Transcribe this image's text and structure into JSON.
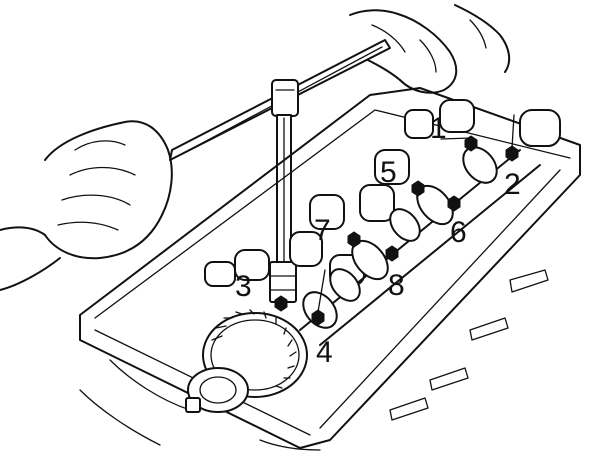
{
  "callouts": [
    {
      "id": "bolt-1",
      "label": "1"
    },
    {
      "id": "bolt-2",
      "label": "2"
    },
    {
      "id": "bolt-3",
      "label": "3"
    },
    {
      "id": "bolt-4",
      "label": "4"
    },
    {
      "id": "bolt-5",
      "label": "5"
    },
    {
      "id": "bolt-6",
      "label": "6"
    },
    {
      "id": "bolt-7",
      "label": "7"
    },
    {
      "id": "bolt-8",
      "label": "8"
    }
  ],
  "colors": {
    "ink": "#111111",
    "paper": "#ffffff"
  }
}
